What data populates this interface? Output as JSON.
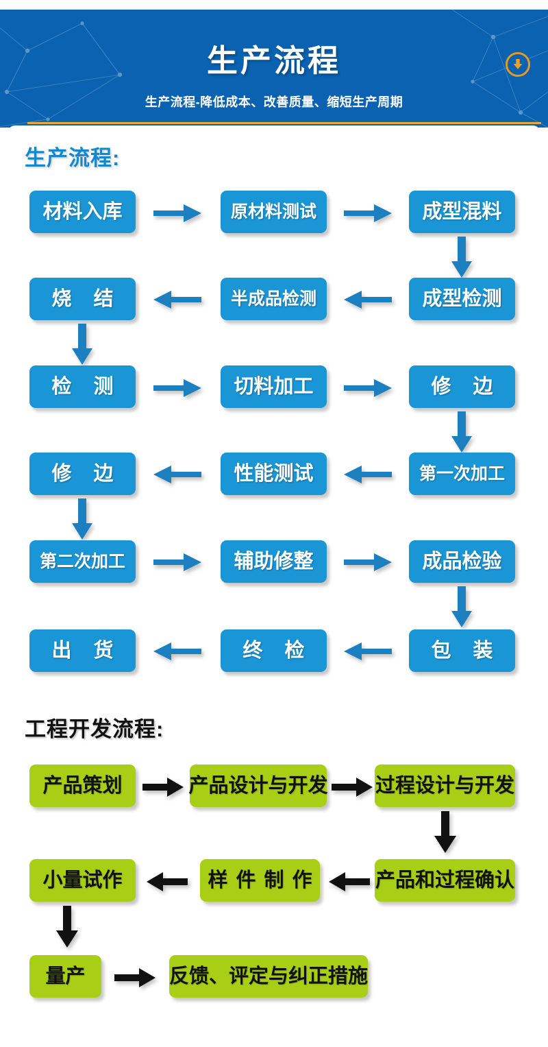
{
  "header": {
    "title": "生产流程",
    "subtitle": "生产流程-降低成本、改善质量、缩短生产周期",
    "download_icon": "download-circle-icon",
    "bg_color": "#0a62b0",
    "rule_color": "#e8a83a",
    "icon_color": "#e8991e"
  },
  "production": {
    "section_label": "生产流程:",
    "node_color": "#1a96d6",
    "text_color": "#ffffff",
    "arrow_color": "#1c7fc0",
    "nodes": [
      {
        "label": "材料入库"
      },
      {
        "label": "原材料测试"
      },
      {
        "label": "成型混料"
      },
      {
        "label": "成型检测"
      },
      {
        "label": "半成品检测"
      },
      {
        "label": "烧 结"
      },
      {
        "label": "检 测"
      },
      {
        "label": "切料加工"
      },
      {
        "label": "修 边"
      },
      {
        "label": "第一次加工"
      },
      {
        "label": "性能测试"
      },
      {
        "label": "修 边"
      },
      {
        "label": "第二次加工"
      },
      {
        "label": "辅助修整"
      },
      {
        "label": "成品检验"
      },
      {
        "label": "包 装"
      },
      {
        "label": "终 检"
      },
      {
        "label": "出 货"
      }
    ]
  },
  "engineering": {
    "section_label": "工程开发流程:",
    "node_color": "#a8ce16",
    "text_color": "#111111",
    "arrow_color": "#111111",
    "nodes": [
      {
        "label": "产品策划"
      },
      {
        "label": "产品设计与开发"
      },
      {
        "label": "过程设计与开发"
      },
      {
        "label": "产品和过程确认"
      },
      {
        "label": "样件制作"
      },
      {
        "label": "小量试作"
      },
      {
        "label": "量产"
      },
      {
        "label": "反馈、评定与纠正措施"
      }
    ]
  }
}
